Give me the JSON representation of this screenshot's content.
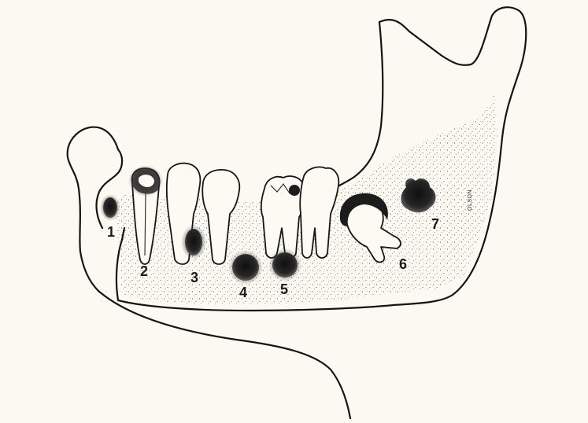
{
  "figure": {
    "signature": "OLSON",
    "lesions": [
      {
        "label": "1"
      },
      {
        "label": "2"
      },
      {
        "label": "3"
      },
      {
        "label": "4"
      },
      {
        "label": "5"
      },
      {
        "label": "6"
      },
      {
        "label": "7"
      }
    ]
  },
  "colors": {
    "paper": "#fbf9f1",
    "ink": "#141414",
    "stipple": "#2b2b2b",
    "lesion_dark": "#1a1a1a"
  }
}
